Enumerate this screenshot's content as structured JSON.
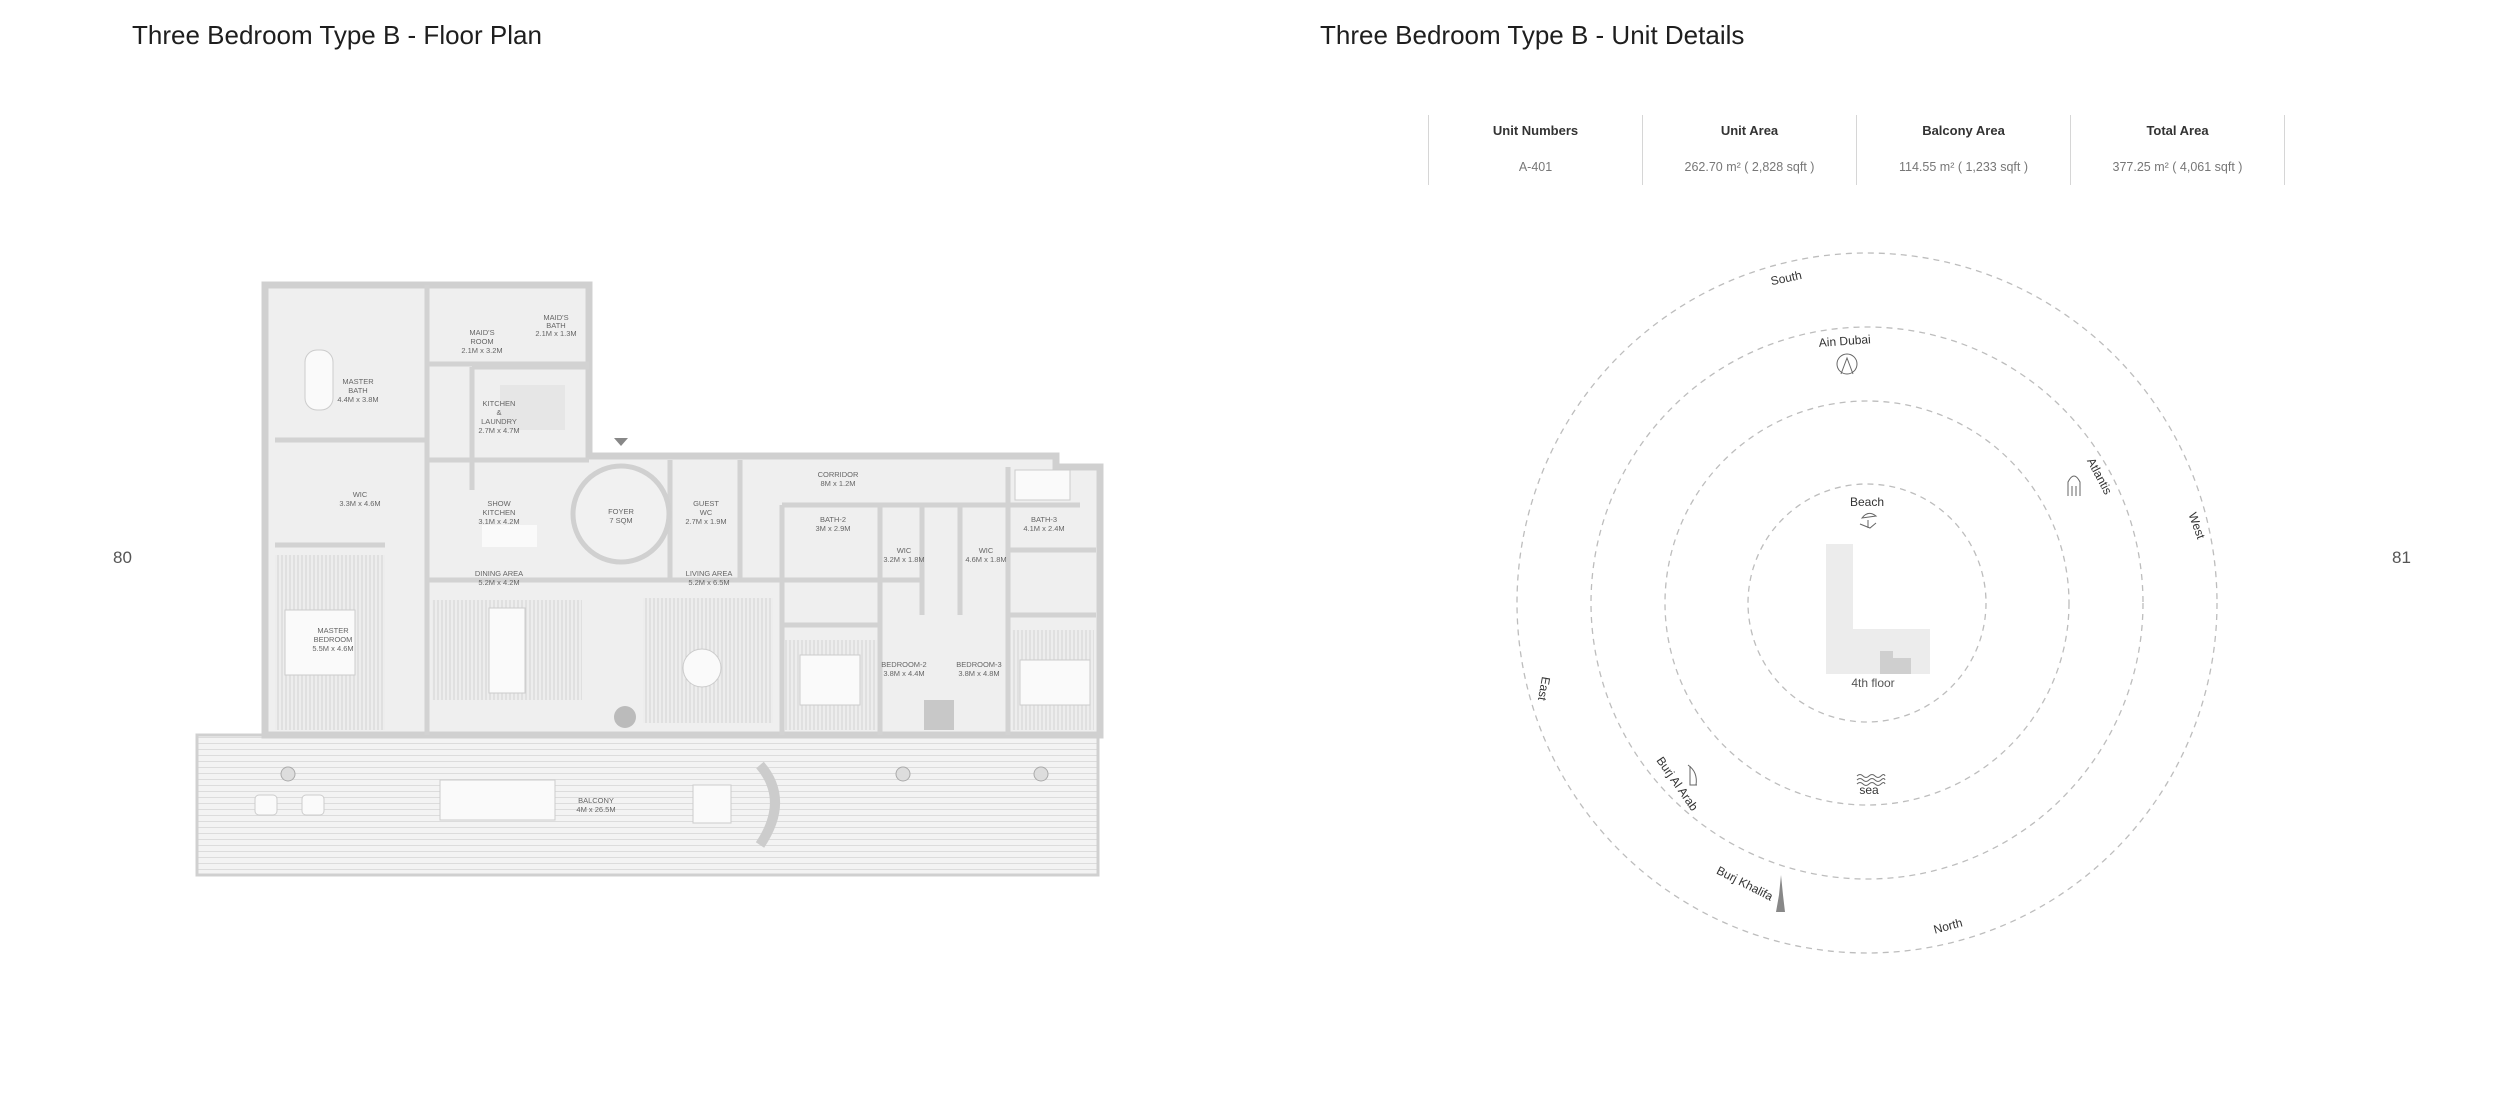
{
  "left_page": {
    "title": "Three Bedroom Type B - Floor Plan",
    "page_number": "80",
    "rooms": {
      "master_bath": [
        "MASTER",
        "BATH",
        "4.4M x 3.8M"
      ],
      "maids_room": [
        "MAID'S",
        "ROOM",
        "2.1M x 3.2M"
      ],
      "maids_bath": [
        "MAID'S",
        "BATH",
        "2.1M x 1.3M"
      ],
      "kitchen": [
        "KITCHEN",
        "&",
        "LAUNDRY",
        "2.7M x 4.7M"
      ],
      "wic_master": [
        "WIC",
        "3.3M x 4.6M"
      ],
      "show_kitchen": [
        "SHOW",
        "KITCHEN",
        "3.1M x 4.2M"
      ],
      "foyer": [
        "FOYER",
        "7 SQM"
      ],
      "guest_wc": [
        "GUEST",
        "WC",
        "2.7M x 1.9M"
      ],
      "corridor": [
        "CORRIDOR",
        "8M x 1.2M"
      ],
      "bath_2": [
        "BATH-2",
        "3M x 2.9M"
      ],
      "wic_2": [
        "WIC",
        "3.2M x 1.8M"
      ],
      "wic_3": [
        "WIC",
        "4.6M x 1.8M"
      ],
      "bath_3": [
        "BATH-3",
        "4.1M x 2.4M"
      ],
      "dining": [
        "DINING AREA",
        "5.2M x 4.2M"
      ],
      "living": [
        "LIVING AREA",
        "5.2M x 6.5M"
      ],
      "master_bedroom": [
        "MASTER",
        "BEDROOM",
        "5.5M x 4.6M"
      ],
      "bedroom_2": [
        "BEDROOM-2",
        "3.8M x 4.4M"
      ],
      "bedroom_3": [
        "BEDROOM-3",
        "3.8M x 4.8M"
      ],
      "balcony": [
        "BALCONY",
        "4M x 26.5M"
      ]
    }
  },
  "right_page": {
    "title": "Three Bedroom Type B - Unit Details",
    "page_number": "81",
    "table": {
      "headers": [
        "Unit Numbers",
        "Unit Area",
        "Balcony Area",
        "Total Area"
      ],
      "values": [
        "A-401",
        "262.70 m² ( 2,828 sqft )",
        "114.55 m² ( 1,233 sqft )",
        "377.25 m² ( 4,061 sqft )"
      ]
    },
    "view_diagram": {
      "directions": {
        "south": "South",
        "west": "West",
        "north": "North",
        "east": "East"
      },
      "landmarks": {
        "ain_dubai": "Ain Dubai",
        "atlantis": "Atlantis",
        "beach": "Beach",
        "sea": "sea",
        "burj_al_arab": "Burj Al Arab",
        "burj_khalifa": "Burj Khalifa"
      },
      "floor_label": "4th floor"
    }
  }
}
